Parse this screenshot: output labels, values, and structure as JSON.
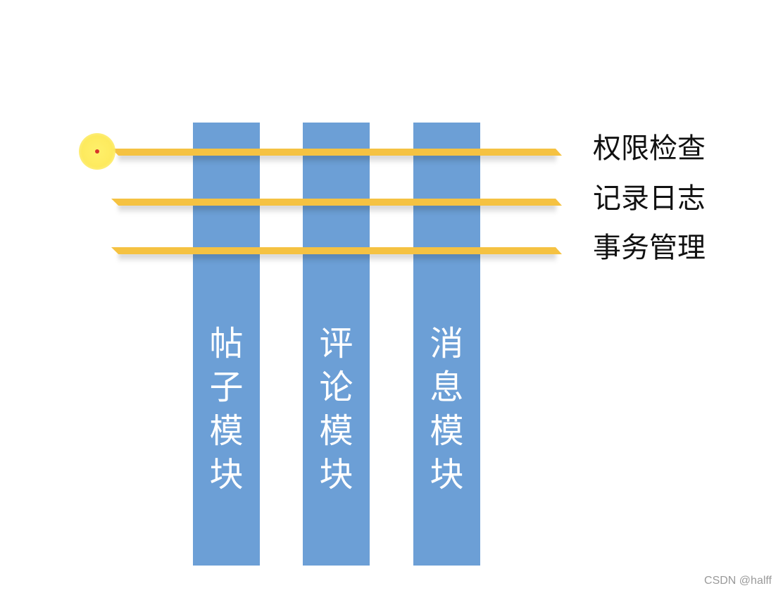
{
  "diagram": {
    "type": "cross-cutting concerns",
    "colors": {
      "module_fill": "#6c9fd6",
      "module_text": "#ffffff",
      "concern_band": "#f5c242",
      "concern_text": "#111111",
      "cursor_halo": "#fdea5e",
      "cursor_dot": "#d8342a",
      "background": "#ffffff"
    },
    "modules": [
      {
        "label": "帖子模块",
        "chars": [
          "帖",
          "子",
          "模",
          "块"
        ]
      },
      {
        "label": "评论模块",
        "chars": [
          "评",
          "论",
          "模",
          "块"
        ]
      },
      {
        "label": "消息模块",
        "chars": [
          "消",
          "息",
          "模",
          "块"
        ]
      }
    ],
    "concerns": [
      {
        "label": "权限检查"
      },
      {
        "label": "记录日志"
      },
      {
        "label": "事务管理"
      }
    ]
  },
  "watermark": "CSDN @halff"
}
